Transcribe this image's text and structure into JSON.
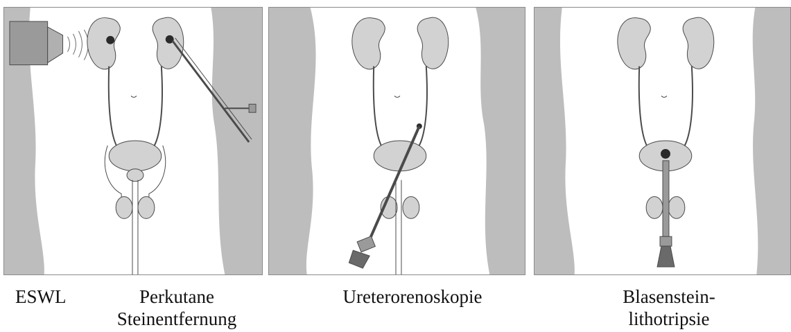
{
  "colors": {
    "body_gray": "#bdbdbd",
    "organ_gray": "#d2d2d2",
    "outline": "#4a4a4a",
    "stone": "#2a2a2a",
    "device_gray": "#9a9a9a"
  },
  "panels": [
    {
      "caption_lines": [
        "ESWL"
      ],
      "caption_right_lines": [
        "Perkutane",
        "Steinentfernung"
      ]
    },
    {
      "caption_lines": [
        "Ureterorenoskopie"
      ]
    },
    {
      "caption_lines": [
        "Blasenstein-",
        "lithotripsie"
      ]
    }
  ],
  "icons": {
    "panel_1": [
      "shockwave-generator-icon",
      "kidney-icon",
      "stone-icon",
      "nephroscope-icon"
    ],
    "panel_2": [
      "kidney-icon",
      "ureteroscope-icon",
      "stone-icon"
    ],
    "panel_3": [
      "kidney-icon",
      "cystoscope-icon",
      "stone-icon"
    ]
  }
}
